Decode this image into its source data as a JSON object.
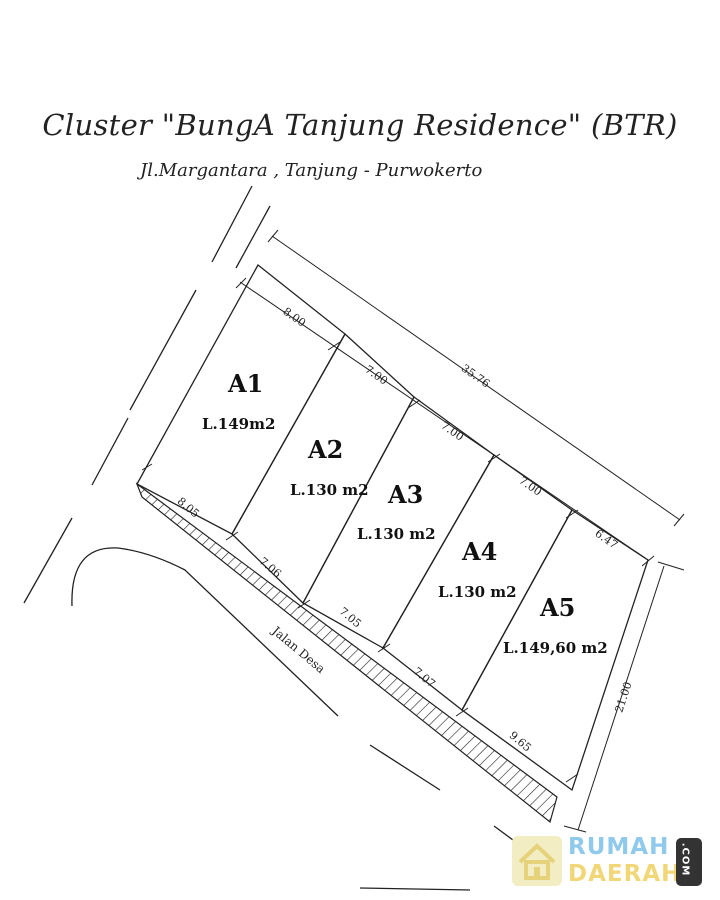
{
  "title": "Cluster \"BungA Tanjung Residence\" (BTR)",
  "subtitle": "Jl.Margantara , Tanjung - Purwokerto",
  "lots": [
    {
      "name": "A1",
      "area": "L.149m2"
    },
    {
      "name": "A2",
      "area": "L.130 m2"
    },
    {
      "name": "A3",
      "area": "L.130 m2"
    },
    {
      "name": "A4",
      "area": "L.130 m2"
    },
    {
      "name": "A5",
      "area": "L.149,60 m2"
    }
  ],
  "top_dimensions": [
    "8.00",
    "7.00",
    "7.00",
    "7.00",
    "6.47"
  ],
  "bottom_dimensions": [
    "8.05",
    "7.06",
    "7.05",
    "7.07",
    "9.65"
  ],
  "total_length": "35.76",
  "side_length": "21.00",
  "road_label": "Jalan Desa",
  "logo": {
    "line1": "RUMAH",
    "line2": "DAERAH",
    "suffix": ".COM"
  }
}
